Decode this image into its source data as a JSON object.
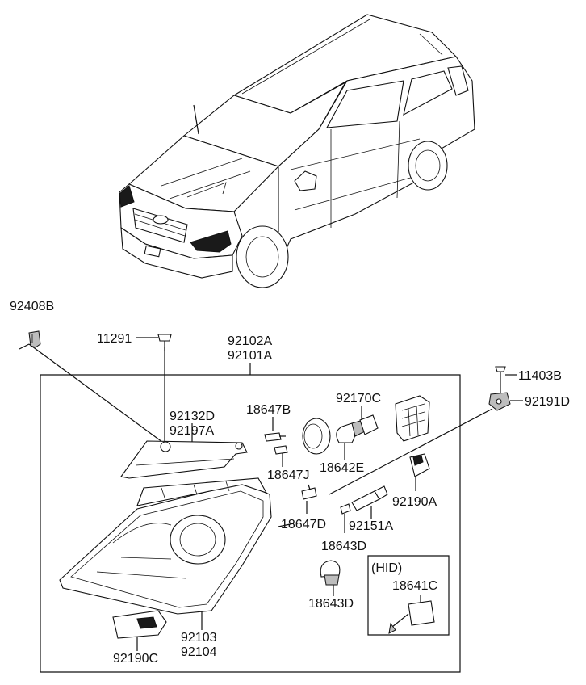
{
  "labels": {
    "p92408B": "92408B",
    "p11291": "11291",
    "p92102A": "92102A",
    "p92101A": "92101A",
    "p11403B": "11403B",
    "p92191D": "92191D",
    "p92132D": "92132D",
    "p92197A": "92197A",
    "p18647B": "18647B",
    "p92170C": "92170C",
    "p18647J": "18647J",
    "p18642E": "18642E",
    "p92190A": "92190A",
    "p18647D": "18647D",
    "p92151A": "92151A",
    "p18643D_a": "18643D",
    "p18643D_b": "18643D",
    "hid_title": "(HID)",
    "p18641C": "18641C",
    "p92103": "92103",
    "p92104": "92104",
    "p92190C": "92190C"
  }
}
